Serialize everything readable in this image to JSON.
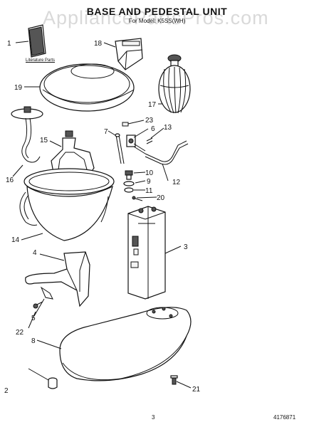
{
  "title": "BASE AND PEDESTAL UNIT",
  "subtitle": "For Model: K5SS(WH)",
  "watermark": "AppliancePartsPros.com",
  "literature_label": "Literature Parts",
  "page_number": "3",
  "document_number": "4176871",
  "parts": [
    {
      "id": "1",
      "name": "literature"
    },
    {
      "id": "2",
      "name": "foot"
    },
    {
      "id": "3",
      "name": "pedestal-column"
    },
    {
      "id": "4",
      "name": "bowl-support"
    },
    {
      "id": "5",
      "name": "clamp"
    },
    {
      "id": "6",
      "name": "pin"
    },
    {
      "id": "7",
      "name": "rod"
    },
    {
      "id": "8",
      "name": "base"
    },
    {
      "id": "9",
      "name": "washer"
    },
    {
      "id": "10",
      "name": "nut"
    },
    {
      "id": "11",
      "name": "washer"
    },
    {
      "id": "12",
      "name": "lift-handle"
    },
    {
      "id": "13",
      "name": "pin"
    },
    {
      "id": "14",
      "name": "bowl"
    },
    {
      "id": "15",
      "name": "flat-beater"
    },
    {
      "id": "16",
      "name": "dough-hook"
    },
    {
      "id": "17",
      "name": "wire-whip"
    },
    {
      "id": "18",
      "name": "pouring-shield-chute"
    },
    {
      "id": "19",
      "name": "pouring-shield"
    },
    {
      "id": "20",
      "name": "screw"
    },
    {
      "id": "21",
      "name": "screw"
    },
    {
      "id": "22",
      "name": "screw"
    },
    {
      "id": "23",
      "name": "clip"
    }
  ]
}
